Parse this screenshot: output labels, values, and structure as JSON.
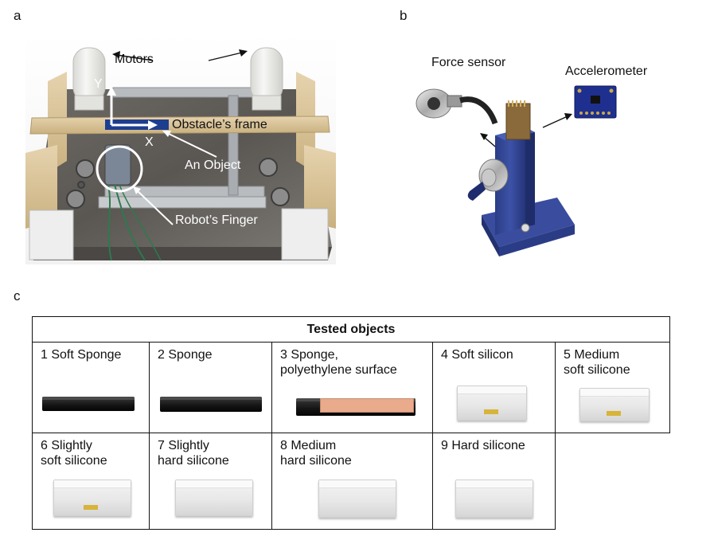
{
  "panels": {
    "a": "a",
    "b": "b",
    "c": "c"
  },
  "panel_a": {
    "motors": "Motors",
    "y_axis": "Y",
    "x_axis": "X",
    "obstacle_frame": "Obstacle’s frame",
    "object": "An Object",
    "finger": "Robot’s Finger"
  },
  "panel_b": {
    "force_sensor": "Force sensor",
    "accelerometer": "Accelerometer"
  },
  "table": {
    "title": "Tested objects",
    "objects": [
      {
        "label": "1 Soft Sponge",
        "kind": "sponge"
      },
      {
        "label": "2 Sponge",
        "kind": "sponge"
      },
      {
        "label": "3 Sponge,\npolyethylene surface",
        "kind": "sponge-coated"
      },
      {
        "label": "4 Soft silicon",
        "kind": "silicone"
      },
      {
        "label": "5 Medium\nsoft silicone",
        "kind": "silicone"
      },
      {
        "label": "6 Slightly\nsoft silicone",
        "kind": "silicone"
      },
      {
        "label": "7 Slightly\nhard silicone",
        "kind": "silicone"
      },
      {
        "label": "8 Medium\nhard silicone",
        "kind": "silicone"
      },
      {
        "label": "9 Hard silicone",
        "kind": "silicone"
      }
    ]
  }
}
